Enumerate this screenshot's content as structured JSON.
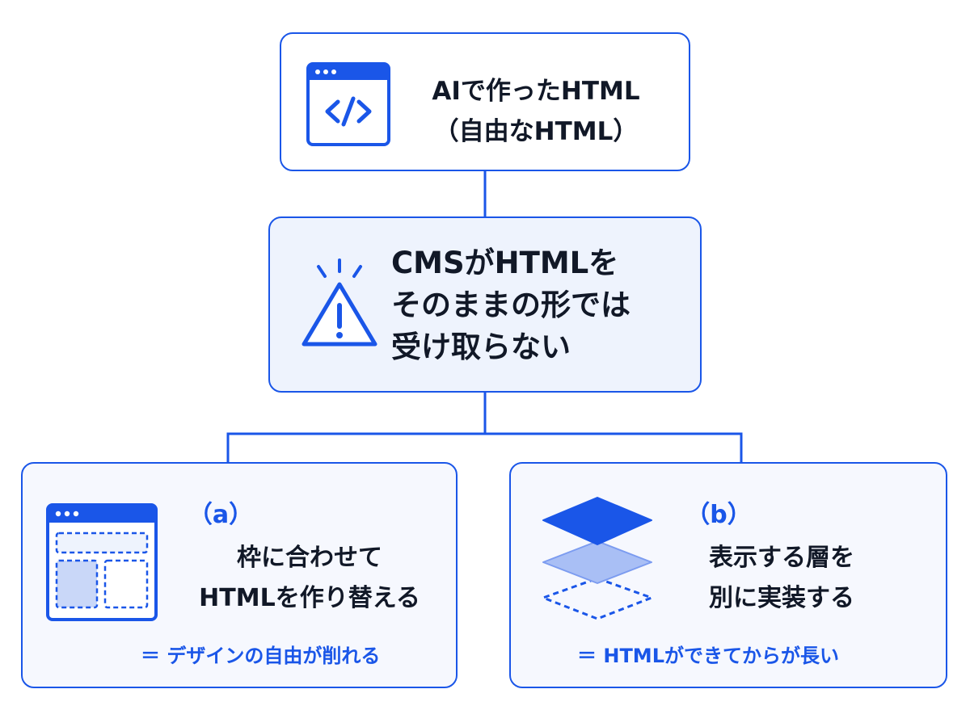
{
  "colors": {
    "accent": "#1a56e8",
    "accent_light": "#a9bff5",
    "panel_tint": "#eef3fd",
    "text": "#111827"
  },
  "top_box": {
    "icon": "code-window-icon",
    "line1": "AIで作ったHTML",
    "line2": "（自由なHTML）"
  },
  "middle_box": {
    "icon": "warning-icon",
    "line1": "CMSがHTMLを",
    "line2": "そのままの形では",
    "line3": "受け取らない"
  },
  "left_box": {
    "icon": "layout-template-icon",
    "tag": "（a）",
    "line1": "枠に合わせて",
    "line2": "HTMLを作り替える",
    "note": "＝ デザインの自由が削れる"
  },
  "right_box": {
    "icon": "layers-icon",
    "tag": "（b）",
    "line1": "表示する層を",
    "line2": "別に実装する",
    "note": "＝ HTMLができてからが長い"
  }
}
